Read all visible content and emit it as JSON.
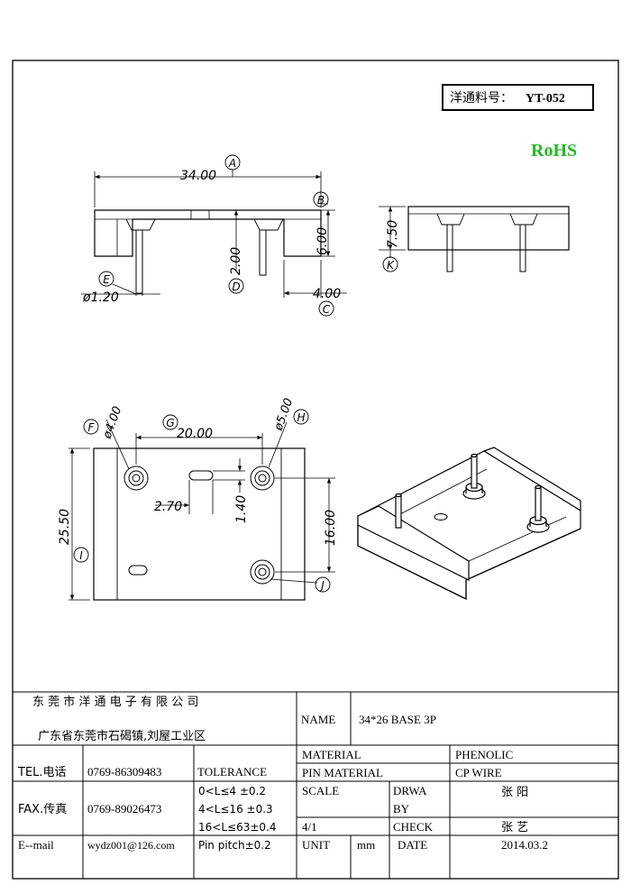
{
  "header": {
    "part_label": "洋通料号：",
    "part_number": "YT-052",
    "rohs": "RoHS",
    "rohs_color": "#22bb22"
  },
  "dimensions": {
    "width_34": "34.00",
    "height_6": "6.00",
    "pin_2": "2.00",
    "foot_4": "4.00",
    "pin_dia": "ø1.20",
    "side_7_5": "7.50",
    "hole_dia_4": "ø4.00",
    "pitch_20": "20.00",
    "hole_dia_5": "ø5.00",
    "slot_2_7": "2.70",
    "slot_1_4": "1.40",
    "depth_25_5": "25.50",
    "pitch_16": "16.00"
  },
  "callouts": [
    "A",
    "B",
    "C",
    "D",
    "E",
    "F",
    "G",
    "H",
    "I",
    "J",
    "K"
  ],
  "title_block": {
    "company": "东 莞 市 洋 通 电 子 有 限 公 司",
    "address": "广东省东莞市石碣镇,刘屋工业区",
    "name_label": "NAME",
    "name_value": "34*26 BASE 3P",
    "tel_label": "TEL.电话",
    "tel_value": "0769-86309483",
    "tolerance_label": "TOLERANCE",
    "material_label": "MATERIAL",
    "material_value": "PHENOLIC",
    "pin_material_label": "PIN MATERIAL",
    "pin_material_value": "CP WIRE",
    "fax_label": "FAX.传真",
    "fax_value": "0769-89026473",
    "tol_1": "0<L≤4   ±0.2",
    "tol_2": "4<L≤16 ±0.3",
    "tol_3": "16<L≤63±0.4",
    "tol_4": "Pin pitch±0.2",
    "scale_label": "SCALE",
    "scale_value": "4/1",
    "drawn_label_1": "DRWA",
    "drawn_label_2": "BY",
    "drawn_value": "张 阳",
    "check_label": "CHECK",
    "check_value": "张 艺",
    "email_label": "E--mail",
    "email_value": "wydz001@126.com",
    "unit_label": "UNIT",
    "unit_value": "mm",
    "date_label": "DATE",
    "date_value": "2014.03.2"
  }
}
